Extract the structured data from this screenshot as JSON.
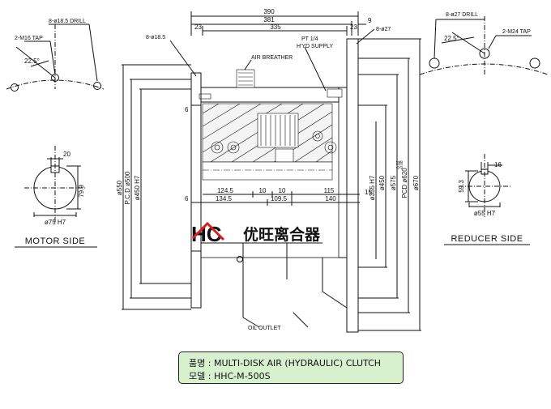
{
  "drawing": {
    "top_dims": {
      "overall": "390",
      "inner": "381",
      "body": "335",
      "left_flange": "23",
      "right_flange": "23",
      "lip": "9"
    },
    "callouts": {
      "left_holes": "8-ø18.5",
      "right_holes": "8-ø27",
      "air_breather": "AIR BREATHER",
      "hyd_supply_1": "PT 1/4",
      "hyd_supply_2": "H'YD SUPPLY",
      "oil_outlet": "OIL OUTLET"
    },
    "motor_side": {
      "label": "MOTOR SIDE",
      "drill": "8-ø18.5 DRILL",
      "tap": "2-M16 TAP",
      "angle": "22.5°",
      "key_width": "20",
      "key_height": "79.9",
      "bore": "ø75 H7"
    },
    "reducer_side": {
      "label": "REDUCER SIDE",
      "drill": "8-ø27 DRILL",
      "tap": "2-M24 TAP",
      "angle": "22.5°",
      "key_width": "16",
      "key_height": "59.3",
      "bore": "ø55 H7"
    },
    "left_vertical": {
      "d550": "ø550",
      "pcd500": "P.C.D ø500",
      "d450": "ø450 H7",
      "gap_top": "6",
      "gap_bot": "6"
    },
    "right_vertical": {
      "d355": "ø355 H7",
      "d450": "ø450",
      "d575": "ø575",
      "tol_up": "-0.02",
      "tol_dn": "-0.08",
      "pcd620": "PCD ø620",
      "d670": "ø670",
      "step": "15"
    },
    "bottom_dims": {
      "a": "124.5",
      "b": "10",
      "c": "10",
      "d": "115",
      "e": "134.5",
      "f": "109.5",
      "g": "140"
    }
  },
  "logo": {
    "mark": "HC",
    "chinese": "优旺离合器",
    "mark_color": "#d42020"
  },
  "title_block": {
    "name_label": "품명 :",
    "name_value": "MULTI-DISK AIR (HYDRAULIC) CLUTCH",
    "model_label": "모델 :",
    "model_value": "HHC-M-500S",
    "bg_color": "#d7f1cf"
  }
}
